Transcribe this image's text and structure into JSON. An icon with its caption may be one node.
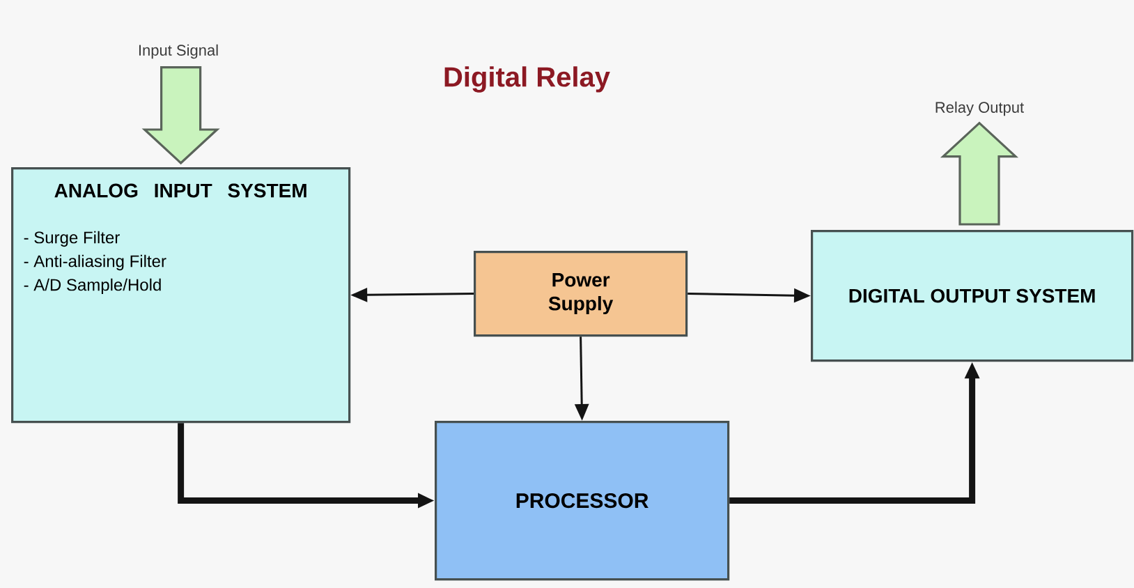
{
  "diagram": {
    "title": "Digital Relay",
    "nodes": [
      {
        "text": [
          "Input Signal"
        ]
      },
      {
        "text": [
          "ANALOG INPUT SYSTEM",
          "- Surge Filter",
          "- Anti-aliasing Filter",
          "- A/D Sample/Hold"
        ]
      },
      {
        "text": [
          "Power Supply"
        ]
      },
      {
        "text": [
          "DIGITAL OUTPUT SYSTEM"
        ]
      },
      {
        "text": [
          "PROCESSOR"
        ]
      },
      {
        "text": [
          "Relay Output"
        ]
      }
    ],
    "edges": [
      {
        "from": 0,
        "to": 1,
        "arrow": "to",
        "style": "thick",
        "color": "#c9f3bd"
      },
      {
        "from": 2,
        "to": 1,
        "arrow": "to"
      },
      {
        "from": 2,
        "to": 3,
        "arrow": "to"
      },
      {
        "from": 2,
        "to": 4,
        "arrow": "to"
      },
      {
        "from": 1,
        "to": 4,
        "arrow": "to",
        "style": "thick"
      },
      {
        "from": 4,
        "to": 3,
        "arrow": "to",
        "style": "thick"
      },
      {
        "from": 3,
        "to": 5,
        "arrow": "to",
        "style": "thick",
        "color": "#c9f3bd"
      }
    ]
  }
}
